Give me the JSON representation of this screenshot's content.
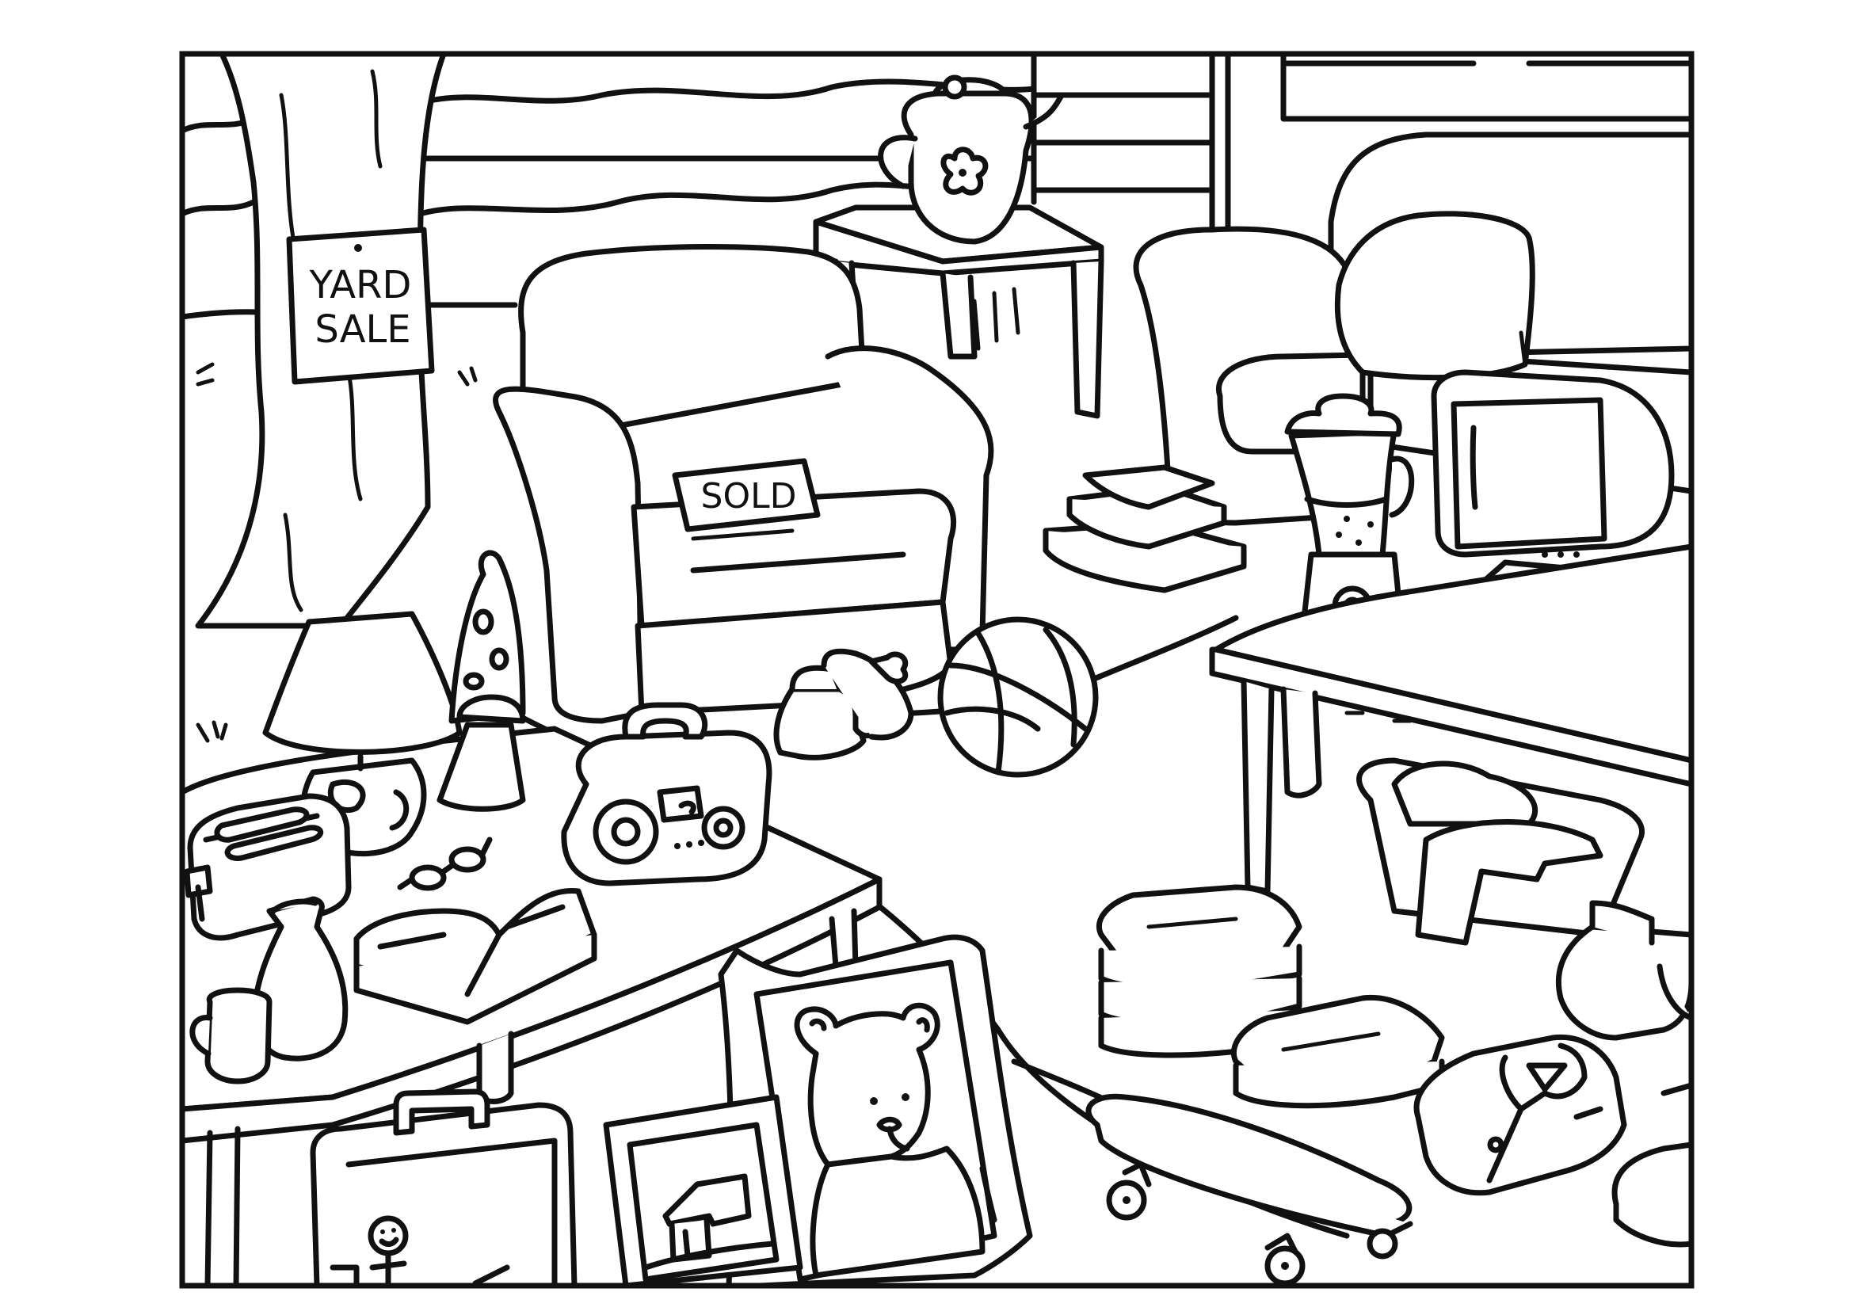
{
  "colors": {
    "ink": "#111111",
    "paper": "#ffffff"
  },
  "signs": {
    "yard_sale_line1": "YARD",
    "yard_sale_line2": "SALE",
    "sold": "SOLD"
  },
  "icons": [
    "tree",
    "yard-sale-sign",
    "teapot",
    "side-table",
    "armchair",
    "sold-tag",
    "sofa",
    "pillow",
    "book-stack",
    "blender",
    "crt-monitor",
    "keyboard",
    "right-table",
    "laundry-basket",
    "lamp",
    "lava-lamp",
    "radio",
    "toaster",
    "vase",
    "mug",
    "open-book",
    "glasses",
    "left-table",
    "baby-shoes",
    "basketball",
    "picture-frame-bear",
    "picture-frame-house",
    "lunchbox",
    "towel-stack",
    "skateboard",
    "folded-shirt",
    "pot"
  ]
}
